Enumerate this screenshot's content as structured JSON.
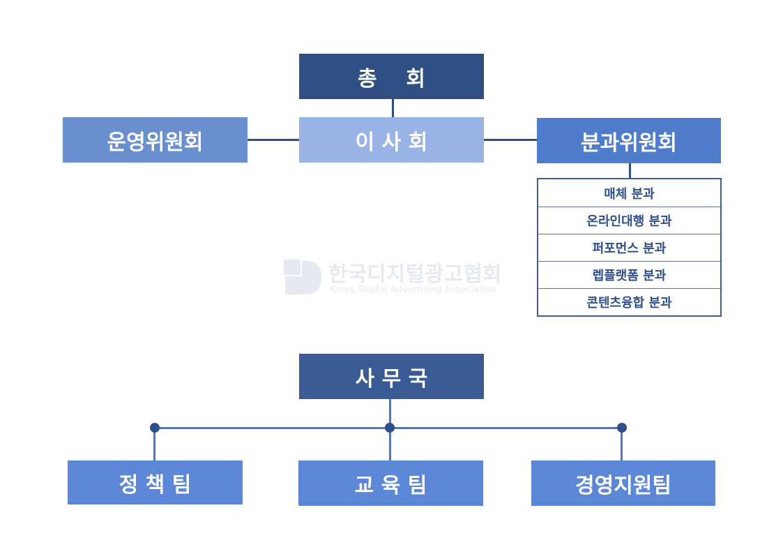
{
  "general_assembly": "총    회",
  "board": "이 사 회",
  "operations_committee": "운영위원회",
  "division_committee": "분과위원회",
  "divisions": [
    "매체 분과",
    "온라인대행 분과",
    "퍼포먼스 분과",
    "렙플랫폼 분과",
    "콘텐츠융합 분과"
  ],
  "secretariat": "사 무 국",
  "teams": [
    "정 책 팀",
    "교 육 팀",
    "경영지원팀"
  ],
  "watermark": {
    "name": "한국디지털광고협회",
    "sub": "Korea Digital Advertising Association"
  },
  "colors": {
    "dark_navy": "#2f4f82",
    "light_blue": "#9ab3e6",
    "medium_blue": "#6a8fce",
    "bright_blue": "#4f7dcc",
    "team_blue": "#5b87d6"
  }
}
